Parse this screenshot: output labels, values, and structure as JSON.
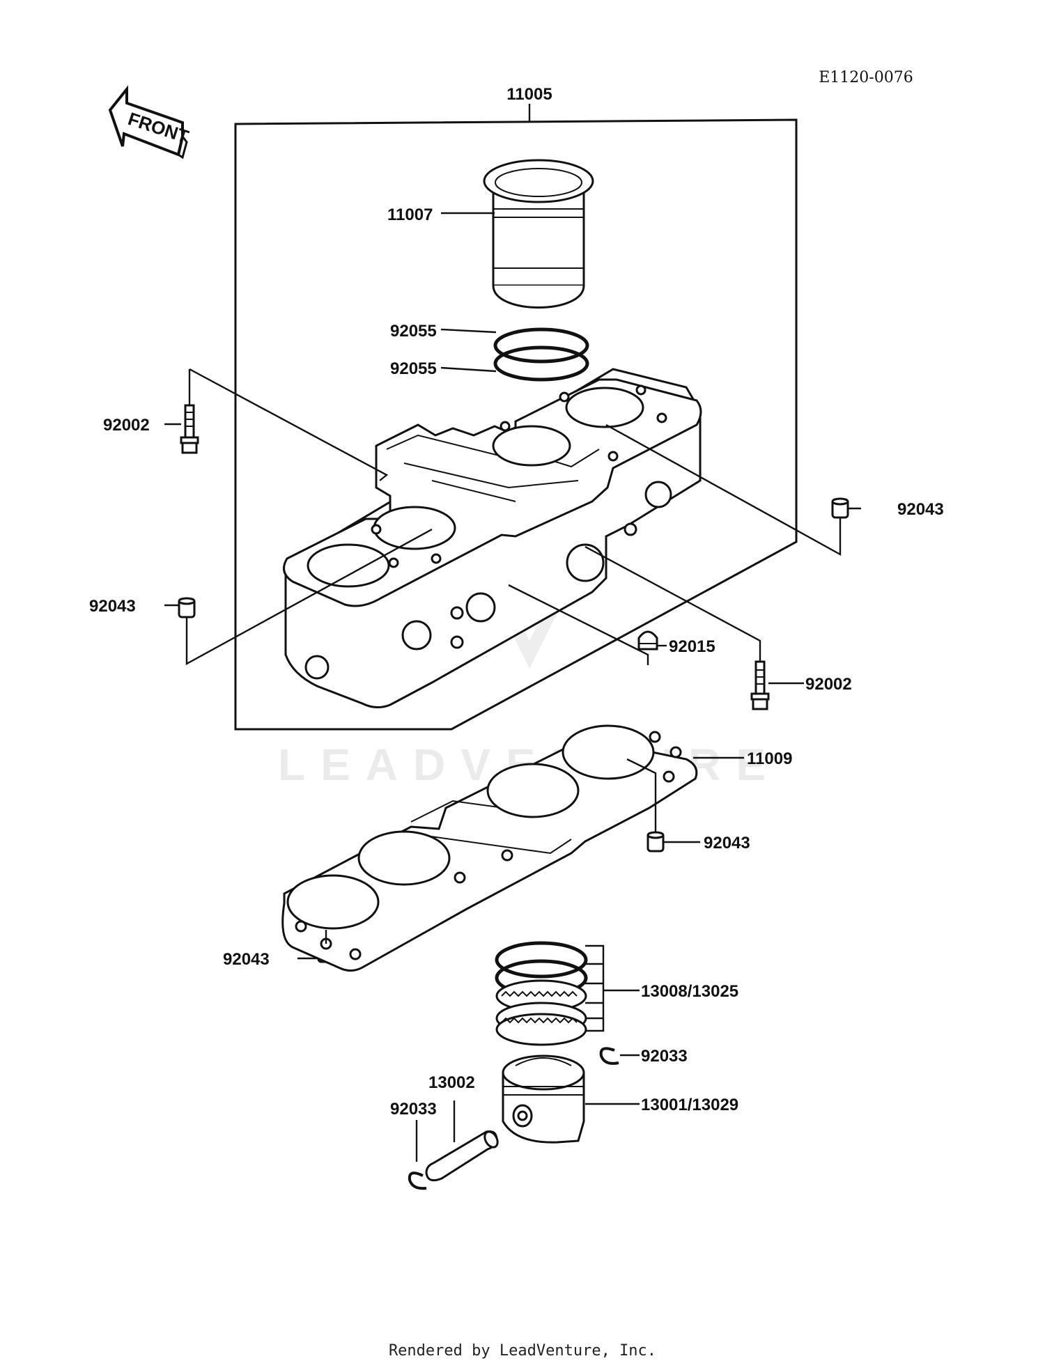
{
  "diagram": {
    "code": "E1120-0076",
    "front_label": "FRONT",
    "watermark": "LEADVENTURE",
    "footer": "Rendered by LeadVenture, Inc.",
    "parts": [
      {
        "id": "p-11005",
        "number": "11005"
      },
      {
        "id": "p-11007",
        "number": "11007"
      },
      {
        "id": "p-92055-a",
        "number": "92055"
      },
      {
        "id": "p-92055-b",
        "number": "92055"
      },
      {
        "id": "p-92002-a",
        "number": "92002"
      },
      {
        "id": "p-92043-a",
        "number": "92043"
      },
      {
        "id": "p-92043-b",
        "number": "92043"
      },
      {
        "id": "p-92015",
        "number": "92015"
      },
      {
        "id": "p-92002-b",
        "number": "92002"
      },
      {
        "id": "p-11009",
        "number": "11009"
      },
      {
        "id": "p-92043-c",
        "number": "92043"
      },
      {
        "id": "p-92043-d",
        "number": "92043"
      },
      {
        "id": "p-13008",
        "number": "13008/13025"
      },
      {
        "id": "p-92033-a",
        "number": "92033"
      },
      {
        "id": "p-13002",
        "number": "13002"
      },
      {
        "id": "p-92033-b",
        "number": "92033"
      },
      {
        "id": "p-13001",
        "number": "13001/13029"
      }
    ]
  }
}
